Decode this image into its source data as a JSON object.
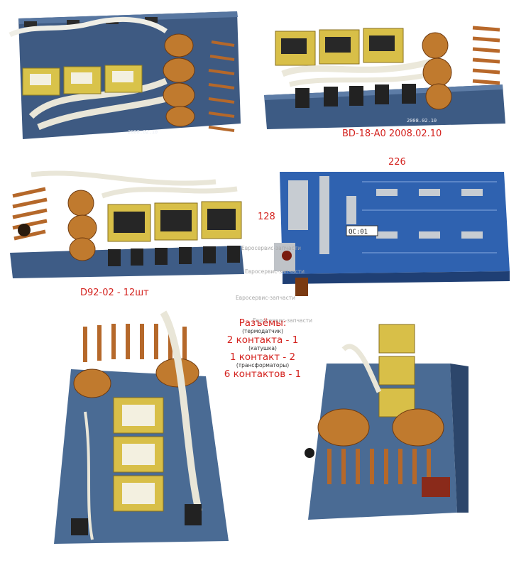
{
  "labels": {
    "model_date": "BD-18-A0  2008.02.10",
    "width_mm": "226",
    "height_mm": "128",
    "transistor": "D92-02 - 12шт"
  },
  "connectors": {
    "title": "Разъёмы:",
    "note_thermo": "(термодатчик)",
    "line1": "2 контакта - 1",
    "note_coil": "(катушка)",
    "line2": "1 контакт - 2",
    "note_transformers": "(трансформаторы)",
    "line3": "6 контактов - 1"
  },
  "watermarks": [
    "Евросервис-запчасти",
    "Евросервис-запчасти",
    "Евросервис-запчасти",
    "Евросервис-запчасти"
  ],
  "board_markings": {
    "qc": "QC:01",
    "date_top_left": "2008.02.10",
    "date_top_right": "2008.02.10"
  },
  "colors": {
    "label_red": "#d4231f",
    "pcb_blue": "#3f5d86",
    "copper": "#b86a2c",
    "transformer_yellow": "#d8c04a"
  }
}
